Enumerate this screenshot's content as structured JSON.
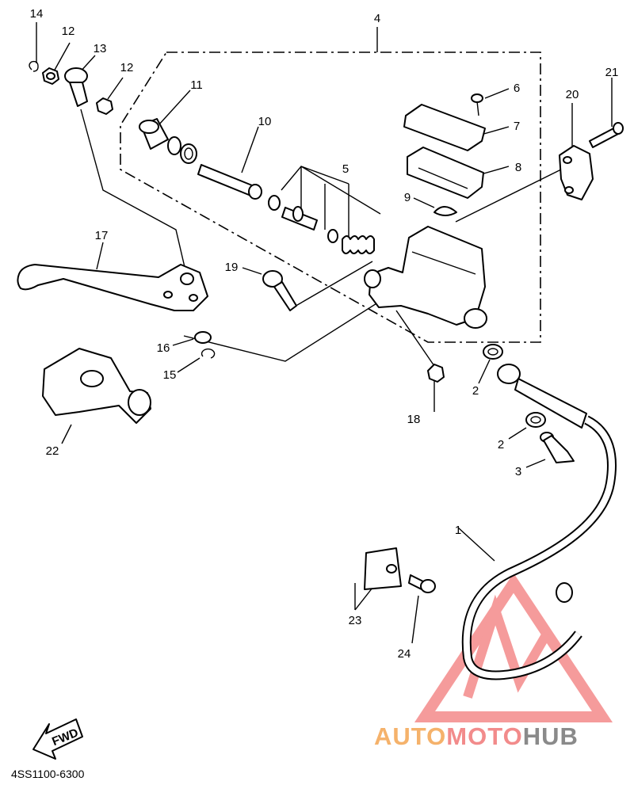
{
  "diagram": {
    "drawing_code": "4SS1100-6300",
    "fwd_label": "FWD",
    "callouts": [
      {
        "id": "c1",
        "text": "1"
      },
      {
        "id": "c2a",
        "text": "2"
      },
      {
        "id": "c2b",
        "text": "2"
      },
      {
        "id": "c3",
        "text": "3"
      },
      {
        "id": "c4",
        "text": "4"
      },
      {
        "id": "c5",
        "text": "5"
      },
      {
        "id": "c6",
        "text": "6"
      },
      {
        "id": "c7",
        "text": "7"
      },
      {
        "id": "c8",
        "text": "8"
      },
      {
        "id": "c9",
        "text": "9"
      },
      {
        "id": "c10",
        "text": "10"
      },
      {
        "id": "c11",
        "text": "11"
      },
      {
        "id": "c12a",
        "text": "12"
      },
      {
        "id": "c12b",
        "text": "12"
      },
      {
        "id": "c13",
        "text": "13"
      },
      {
        "id": "c14",
        "text": "14"
      },
      {
        "id": "c15",
        "text": "15"
      },
      {
        "id": "c16",
        "text": "16"
      },
      {
        "id": "c17",
        "text": "17"
      },
      {
        "id": "c18",
        "text": "18"
      },
      {
        "id": "c19",
        "text": "19"
      },
      {
        "id": "c20",
        "text": "20"
      },
      {
        "id": "c21",
        "text": "21"
      },
      {
        "id": "c22",
        "text": "22"
      },
      {
        "id": "c23",
        "text": "23"
      },
      {
        "id": "c24",
        "text": "24"
      }
    ]
  },
  "watermark": {
    "part1": "AUTO",
    "part2": "MOTO",
    "part3": "HUB",
    "colors": {
      "auto": "#f5b26b",
      "moto": "#f28b8b",
      "hub": "#8a8a8a",
      "triangle": "#f27a7a"
    }
  }
}
